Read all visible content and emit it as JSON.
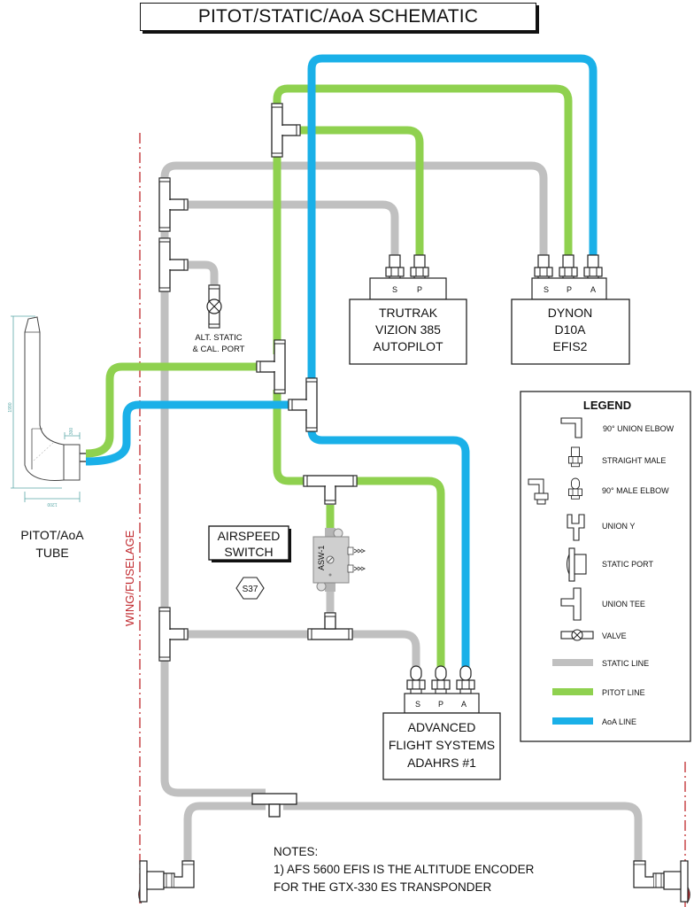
{
  "title": "PITOT/STATIC/AoA SCHEMATIC",
  "colors": {
    "static_line": "#c0c0c0",
    "pitot_line": "#8fd14f",
    "aoa_line": "#1ab0e8",
    "fuselage_line": "#c0282d",
    "fitting_outline": "#222222"
  },
  "pitot_tube": {
    "label_line1": "PITOT/AoA",
    "label_line2": "TUBE",
    "dim_length": "1990",
    "dim_width": "1200",
    "dim_small": "300"
  },
  "fuselage_label": "WING/FUSELAGE",
  "alt_static": {
    "line1": "ALT. STATIC",
    "line2": "& CAL. PORT"
  },
  "airspeed_switch": {
    "label_line1": "AIRSPEED",
    "label_line2": "SWITCH",
    "part_id": "ASW-1",
    "tag": "S37"
  },
  "devices": [
    {
      "id": "trutrak",
      "lines": [
        "TRUTRAK",
        "VIZION 385",
        "AUTOPILOT"
      ],
      "ports": [
        "S",
        "P"
      ]
    },
    {
      "id": "dynon",
      "lines": [
        "DYNON",
        "D10A",
        "EFIS2"
      ],
      "ports": [
        "S",
        "P",
        "A"
      ]
    },
    {
      "id": "afs",
      "lines": [
        "ADVANCED",
        "FLIGHT SYSTEMS",
        "ADAHRS #1"
      ],
      "ports": [
        "S",
        "P",
        "A"
      ]
    }
  ],
  "legend": {
    "title": "LEGEND",
    "items": [
      {
        "icon": "union-elbow-icon",
        "label": "90° UNION ELBOW"
      },
      {
        "icon": "straight-male-icon",
        "label": "STRAIGHT MALE"
      },
      {
        "icon": "male-elbow-icon",
        "label": "90° MALE ELBOW"
      },
      {
        "icon": "union-y-icon",
        "label": "UNION Y"
      },
      {
        "icon": "static-port-icon",
        "label": "STATIC PORT"
      },
      {
        "icon": "union-tee-icon",
        "label": "UNION TEE"
      },
      {
        "icon": "valve-icon",
        "label": "VALVE"
      },
      {
        "icon": "static-line-swatch",
        "label": "STATIC LINE"
      },
      {
        "icon": "pitot-line-swatch",
        "label": "PITOT LINE"
      },
      {
        "icon": "aoa-line-swatch",
        "label": "AoA LINE"
      }
    ]
  },
  "notes": {
    "heading": "NOTES:",
    "line1": "1)  AFS 5600 EFIS IS THE ALTITUDE ENCODER",
    "line2": "FOR THE GTX-330 ES TRANSPONDER"
  }
}
